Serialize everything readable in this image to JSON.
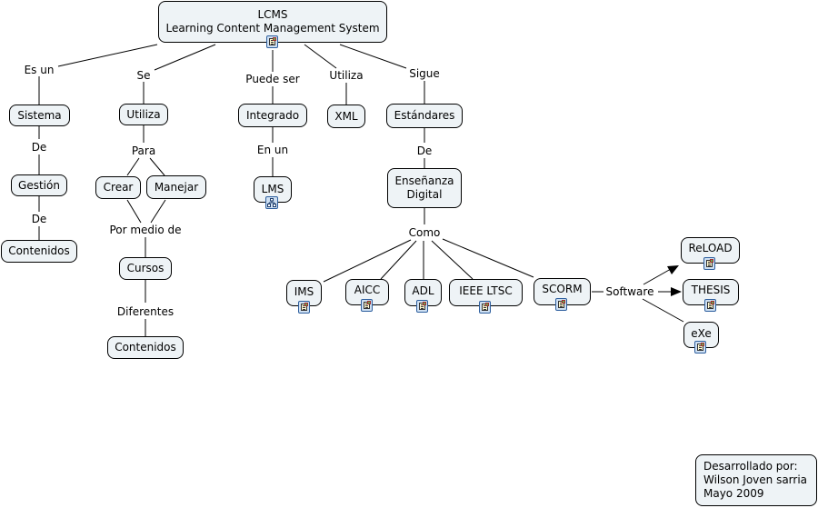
{
  "map": {
    "root": {
      "line1": "LCMS",
      "line2": "Learning Content Management System"
    },
    "concepts": {
      "sistema": "Sistema",
      "gestion": "Gestión",
      "contenidos1": "Contenidos",
      "utiliza": "Utiliza",
      "crear": "Crear",
      "manejar": "Manejar",
      "cursos": "Cursos",
      "contenidos2": "Contenidos",
      "integrado": "Integrado",
      "lms": "LMS",
      "xml": "XML",
      "estandares": "Estándares",
      "ensenanza_line1": "Enseñanza",
      "ensenanza_line2": "Digital",
      "ims": "IMS",
      "aicc": "AICC",
      "adl": "ADL",
      "ieee": "IEEE LTSC",
      "scorm": "SCORM",
      "reload": "ReLOAD",
      "thesis": "THESIS",
      "exe": "eXe"
    },
    "links": {
      "es_un": "Es un",
      "de1": "De",
      "de2": "De",
      "se": "Se",
      "para": "Para",
      "por_medio_de": "Por medio de",
      "diferentes": "Diferentes",
      "puede_ser": "Puede ser",
      "en_un": "En un",
      "utiliza": "Utiliza",
      "sigue": "Sigue",
      "de3": "De",
      "como": "Como",
      "software": "Software"
    },
    "resource_icons": {
      "document": "document-image-resource-icon",
      "submap": "concept-map-resource-icon"
    },
    "credits": {
      "line1": "Desarrollado por:",
      "line2": "Wilson Joven sarria",
      "line3": "Mayo 2009"
    },
    "colors": {
      "node_fill": "#eef3f6",
      "node_border": "#000000",
      "icon_border": "#2d5e9e",
      "icon_fill": "#cfe0f2"
    }
  }
}
